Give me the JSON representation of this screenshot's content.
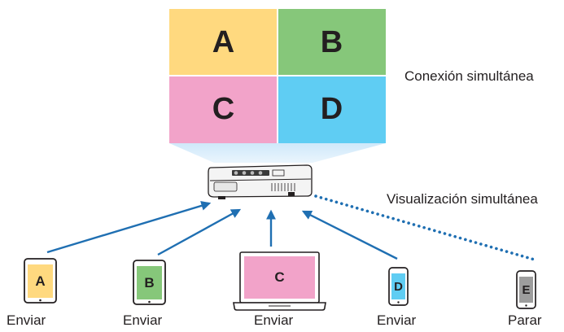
{
  "screen": {
    "quadrants": [
      {
        "letter": "A",
        "color": "#ffd97f"
      },
      {
        "letter": "B",
        "color": "#86c77a"
      },
      {
        "letter": "C",
        "color": "#f2a3c9"
      },
      {
        "letter": "D",
        "color": "#5fcdf3"
      }
    ],
    "label": "Conexión simultánea"
  },
  "projector": {
    "label": "Visualización simultánea"
  },
  "devices": [
    {
      "type": "tablet",
      "letter": "A",
      "screen_color": "#ffd97f",
      "caption": "Enviar",
      "status": "sending"
    },
    {
      "type": "tablet",
      "letter": "B",
      "screen_color": "#86c77a",
      "caption": "Enviar",
      "status": "sending"
    },
    {
      "type": "laptop",
      "letter": "C",
      "screen_color": "#f2a3c9",
      "caption": "Enviar",
      "status": "sending"
    },
    {
      "type": "phone",
      "letter": "D",
      "screen_color": "#5fcdf3",
      "caption": "Enviar",
      "status": "sending"
    },
    {
      "type": "phone",
      "letter": "E",
      "screen_color": "#9d9d9d",
      "caption": "Parar",
      "status": "stopped"
    }
  ],
  "colors": {
    "arrow": "#1f6fb2",
    "outline": "#231f20",
    "beam": "#d6ecfb"
  }
}
